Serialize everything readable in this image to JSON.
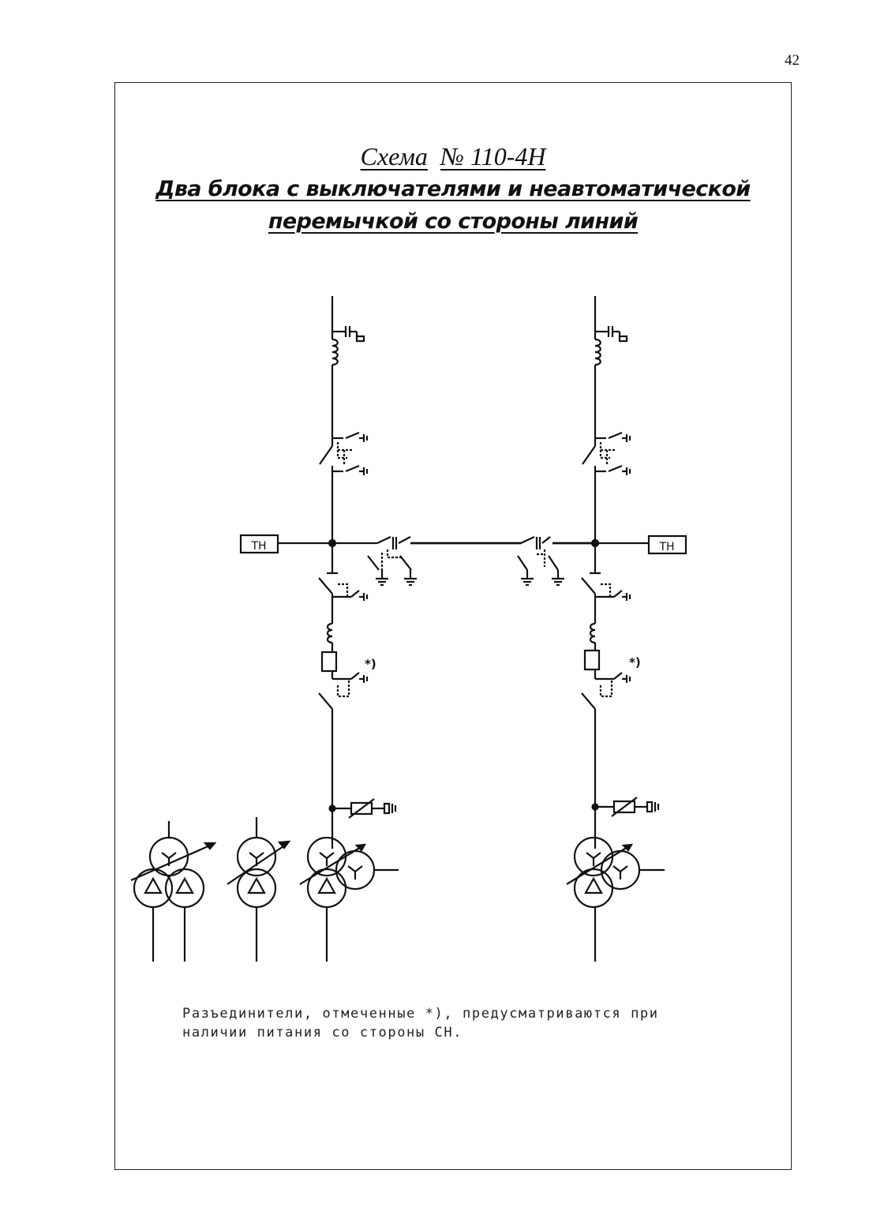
{
  "page": {
    "number": "42"
  },
  "title": {
    "prefix": "Схема",
    "number": "№ 110",
    "suffix": "-4Н",
    "line2": "Два блока с выключателями и неавтоматической",
    "line3": "перемычкой со стороны линий"
  },
  "diagram": {
    "vt_label": "ТН",
    "asterisk_mark": "*)"
  },
  "note": {
    "line1": "Разъединители, отмеченные *), предусматриваются при",
    "line2": "наличии питания со стороны СН."
  }
}
